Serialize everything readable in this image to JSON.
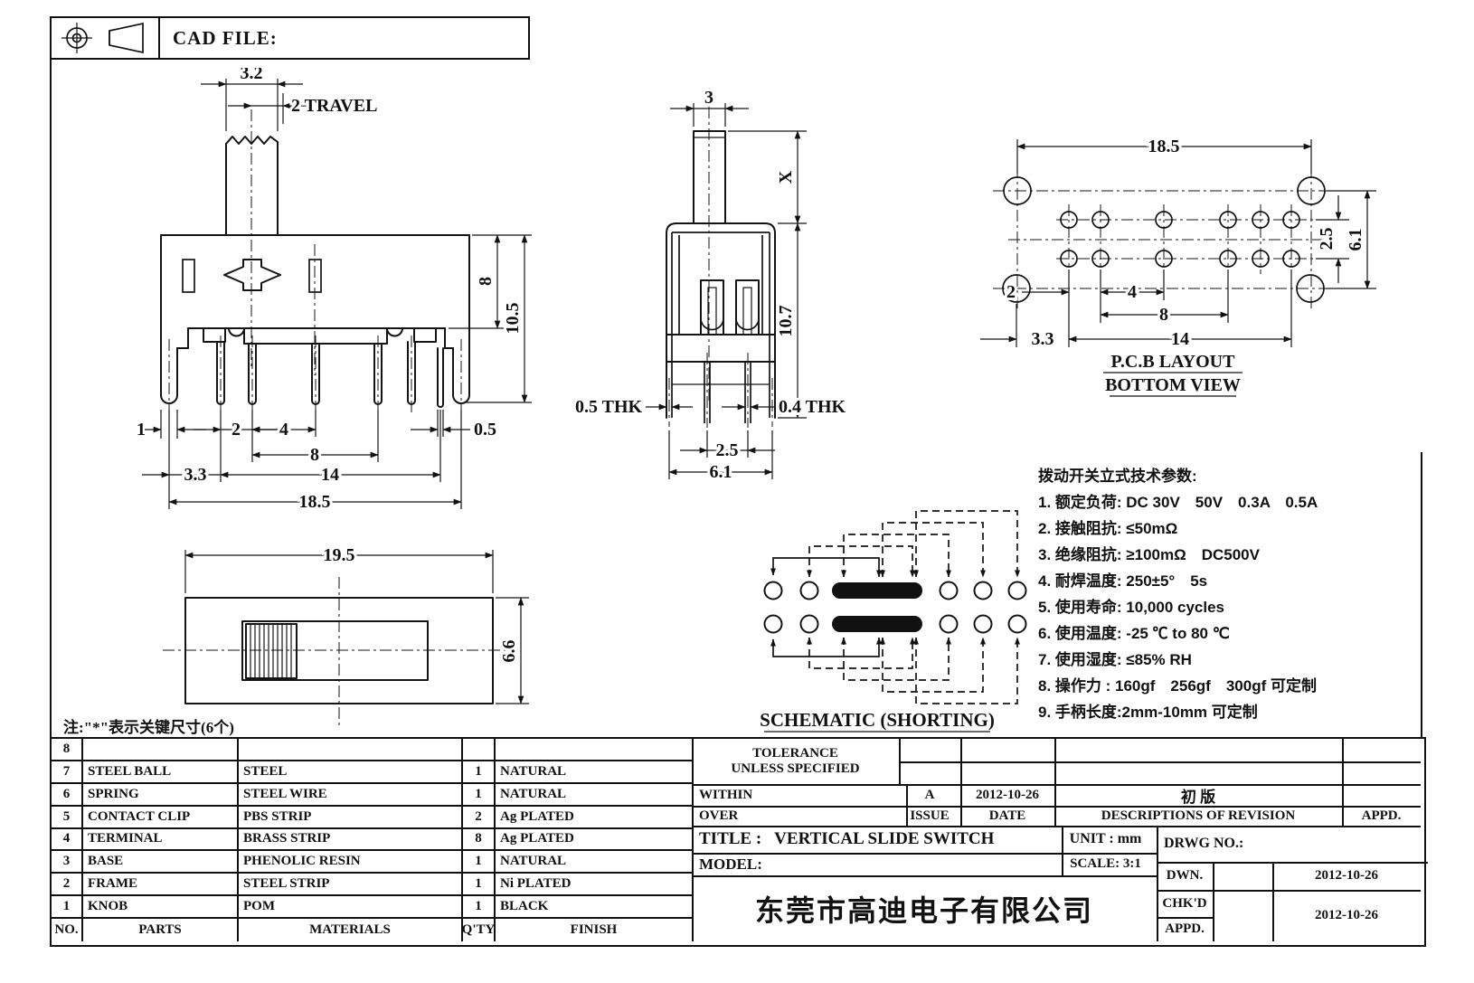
{
  "header": {
    "cad_file": "CAD FILE:"
  },
  "front_view": {
    "knob_width": "3.2",
    "travel": "2 TRAVEL",
    "body_height": "8",
    "total_height": "10.5",
    "pin_width": "1",
    "pitch_2": "2",
    "pitch_4": "4",
    "span_8": "8",
    "pin_thk": "0.5",
    "offset_33": "3.3",
    "span_14": "14",
    "overall": "18.5"
  },
  "side_view": {
    "knob_w": "3",
    "stem_h": "X",
    "body_h": "10.7",
    "thk_l": "0.5 THK",
    "thk_r": "0.4 THK",
    "pitch": "2.5",
    "span": "6.1"
  },
  "pcb": {
    "overall": "18.5",
    "row_pitch": "2.5",
    "row_span": "6.1",
    "p2": "2",
    "p4": "4",
    "p8": "8",
    "p14": "14",
    "p33": "3.3",
    "title": "P.C.B LAYOUT",
    "subtitle": "BOTTOM VIEW"
  },
  "top_view": {
    "overall": "19.5",
    "height": "6.6"
  },
  "note": "注:\"*\"表示关键尺寸(6个)",
  "schematic_title": "SCHEMATIC (SHORTING)",
  "specs": {
    "title": "拨动开关立式技术参数:",
    "items": [
      "1. 额定负荷: DC 30V　50V　0.3A　0.5A",
      "2. 接触阻抗: ≤50mΩ",
      "3. 绝缘阻抗: ≥100mΩ　DC500V",
      "4. 耐焊温度: 250±5°　5s",
      "5. 使用寿命: 10,000 cycles",
      "6. 使用温度: -25 ℃ to 80 ℃",
      "7. 使用湿度: ≤85% RH",
      "8. 操作力 : 160gf　256gf　300gf 可定制",
      "9. 手柄长度:2mm-10mm 可定制"
    ]
  },
  "parts_table": {
    "headers": {
      "no": "NO.",
      "parts": "PARTS",
      "materials": "MATERIALS",
      "qty": "Q'TY",
      "finish": "FINISH"
    },
    "rows": [
      {
        "no": "8",
        "parts": "",
        "materials": "",
        "qty": "",
        "finish": ""
      },
      {
        "no": "7",
        "parts": "STEEL BALL",
        "materials": "STEEL",
        "qty": "1",
        "finish": "NATURAL"
      },
      {
        "no": "6",
        "parts": "SPRING",
        "materials": "STEEL WIRE",
        "qty": "1",
        "finish": "NATURAL"
      },
      {
        "no": "5",
        "parts": "CONTACT CLIP",
        "materials": "PBS STRIP",
        "qty": "2",
        "finish": "Ag PLATED"
      },
      {
        "no": "4",
        "parts": "TERMINAL",
        "materials": "BRASS STRIP",
        "qty": "8",
        "finish": "Ag PLATED"
      },
      {
        "no": "3",
        "parts": "BASE",
        "materials": "PHENOLIC RESIN",
        "qty": "1",
        "finish": "NATURAL"
      },
      {
        "no": "2",
        "parts": "FRAME",
        "materials": "STEEL STRIP",
        "qty": "1",
        "finish": "Ni PLATED"
      },
      {
        "no": "1",
        "parts": "KNOB",
        "materials": "POM",
        "qty": "1",
        "finish": "BLACK"
      }
    ]
  },
  "title_block": {
    "tolerance_1": "TOLERANCE",
    "tolerance_2": "UNLESS  SPECIFIED",
    "within": "WITHIN",
    "over": "OVER",
    "issue": "ISSUE",
    "date": "DATE",
    "rev_issue": "A",
    "rev_date": "2012-10-26",
    "rev_desc": "初  版",
    "descriptions": "DESCRIPTIONS OF REVISION",
    "appd": "APPD.",
    "title_label": "TITLE :",
    "title_value": "VERTICAL SLIDE SWITCH",
    "unit": "UNIT :  mm",
    "drwg": "DRWG NO.:",
    "model": "MODEL:",
    "scale": "SCALE:  3:1",
    "dwn": "DWN.",
    "dwn_date": "2012-10-26",
    "chkd": "CHK'D",
    "chk_date": "2012-10-26",
    "appd2": "APPD.",
    "company": "东莞市高迪电子有限公司"
  }
}
